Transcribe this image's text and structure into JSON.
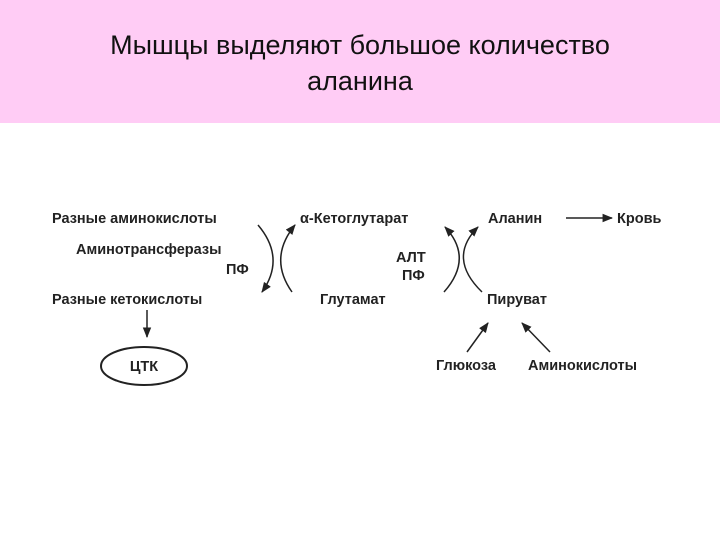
{
  "title": {
    "line1": "Мышцы выделяют большое количество",
    "line2": "аланина"
  },
  "diagram": {
    "various_amino_acids": "Разные аминокислоты",
    "aminotransferases": "Аминотрансферазы",
    "pf_left": "ПФ",
    "various_keto_acids": "Разные кетокислоты",
    "tca": "ЦТК",
    "alpha_ketoglutarate": "α-Кетоглутарат",
    "glutamate": "Глутамат",
    "alt": "АЛТ",
    "pf_right": "ПФ",
    "alanine": "Аланин",
    "blood": "Кровь",
    "pyruvate": "Пируват",
    "glucose": "Глюкоза",
    "amino_acids": "Аминокислоты"
  },
  "colors": {
    "title_background": "#ffccf5",
    "diagram_ink": "#222222"
  }
}
